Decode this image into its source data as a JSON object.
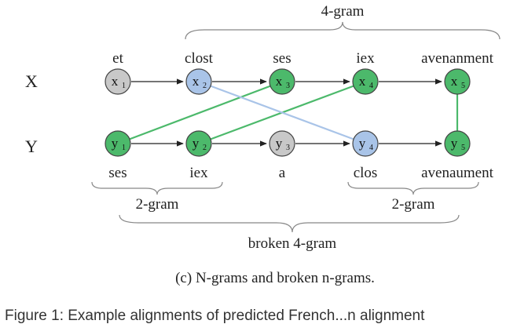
{
  "rows": {
    "x_label": "X",
    "y_label": "Y"
  },
  "x_nodes": [
    {
      "base": "x",
      "sub": "1",
      "word": "et",
      "color": "#c8c8c8"
    },
    {
      "base": "x",
      "sub": "2",
      "word": "clost",
      "color": "#a9c4e8"
    },
    {
      "base": "x",
      "sub": "3",
      "word": "ses",
      "color": "#4cb96b"
    },
    {
      "base": "x",
      "sub": "4",
      "word": "iex",
      "color": "#4cb96b"
    },
    {
      "base": "x",
      "sub": "5",
      "word": "avenanment",
      "color": "#4cb96b"
    }
  ],
  "y_nodes": [
    {
      "base": "y",
      "sub": "1",
      "word": "ses",
      "color": "#4cb96b"
    },
    {
      "base": "y",
      "sub": "2",
      "word": "iex",
      "color": "#4cb96b"
    },
    {
      "base": "y",
      "sub": "3",
      "word": "a",
      "color": "#c8c8c8"
    },
    {
      "base": "y",
      "sub": "4",
      "word": "clos",
      "color": "#a9c4e8"
    },
    {
      "base": "y",
      "sub": "5",
      "word": "avenaument",
      "color": "#4cb96b"
    }
  ],
  "links": [
    {
      "from": "x3",
      "to": "y1",
      "color": "#4cb96b"
    },
    {
      "from": "x4",
      "to": "y2",
      "color": "#4cb96b"
    },
    {
      "from": "x2",
      "to": "y4",
      "color": "#a9c4e8"
    },
    {
      "from": "x5",
      "to": "y5",
      "color": "#4cb96b"
    }
  ],
  "braces": {
    "top": "4-gram",
    "bottom_left": "2-gram",
    "bottom_right": "2-gram",
    "bottom_wide": "broken 4-gram"
  },
  "caption": "(c) N-grams and broken n-grams.",
  "trailing_text": "Figure 1: Example alignments of predicted French...n alignment"
}
